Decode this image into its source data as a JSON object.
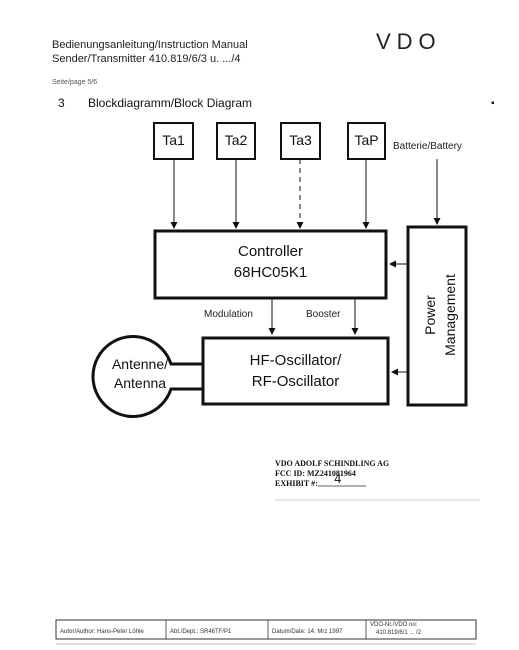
{
  "header": {
    "line1": "Bedienungsanleitung/Instruction Manual",
    "line2": "Sender/Transmitter 410.819/6/3 u. .../4",
    "logo": "VDO",
    "page": "Seite/page 5/6"
  },
  "section": {
    "number": "3",
    "title": "Blockdiagramm/Block Diagram"
  },
  "diagram": {
    "keys": [
      "Ta1",
      "Ta2",
      "Ta3",
      "TaP"
    ],
    "battery": "Batterie/Battery",
    "controller": {
      "line1": "Controller",
      "line2": "68HC05K1"
    },
    "modulation": "Modulation",
    "booster": "Booster",
    "oscillator": {
      "line1": "HF-Oscillator/",
      "line2": "RF-Oscillator"
    },
    "antenna": {
      "line1": "Antenne/",
      "line2": "Antenna"
    },
    "power": {
      "line1": "Power",
      "line2": "Management"
    }
  },
  "stamp": {
    "company": "VDO ADOLF SCHINDLING AG",
    "fcc": "FCC ID:  MZ241081964",
    "exhibit_label": "EXHIBIT #:",
    "exhibit_value": "4"
  },
  "footer": {
    "author": "Autor/Author:  Hans-Peter Löhle",
    "dept": "Abt./Dept.:   SR46TF/P1",
    "date": "Datum/Date:  14. Mrz 1997",
    "vdo_no_label": "VDO-Nr./VDO no:",
    "vdo_no": "410.819/6/1 ... /2"
  }
}
